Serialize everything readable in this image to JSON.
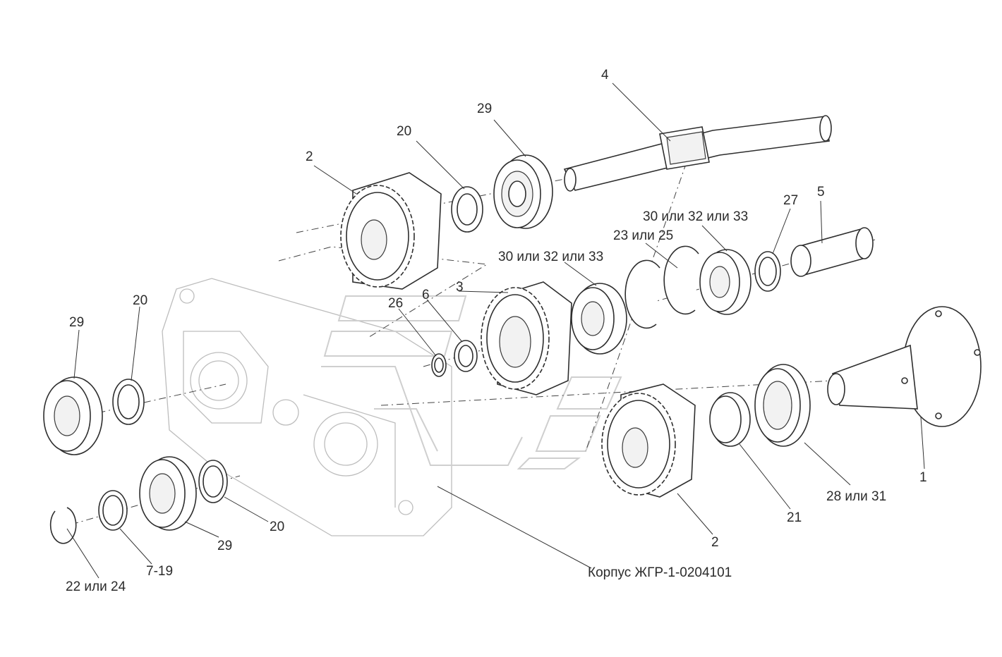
{
  "labels": {
    "p4": "4",
    "p29_top": "29",
    "p20_top": "20",
    "p2_top": "2",
    "p5": "5",
    "p27": "27",
    "p30_top": "30 или 32 или 33",
    "p23": "23 или 25",
    "p30_mid": "30 или 32 или 33",
    "p3": "3",
    "p6": "6",
    "p26": "26",
    "p20_left": "20",
    "p29_left": "29",
    "p20_bottom": "20",
    "p29_bottom": "29",
    "p7_19": "7-19",
    "p22": "22 или 24",
    "housing": "Корпус ЖГР-1-0204101",
    "p2_bottom": "2",
    "p21": "21",
    "p28": "28 или 31",
    "p1": "1"
  }
}
